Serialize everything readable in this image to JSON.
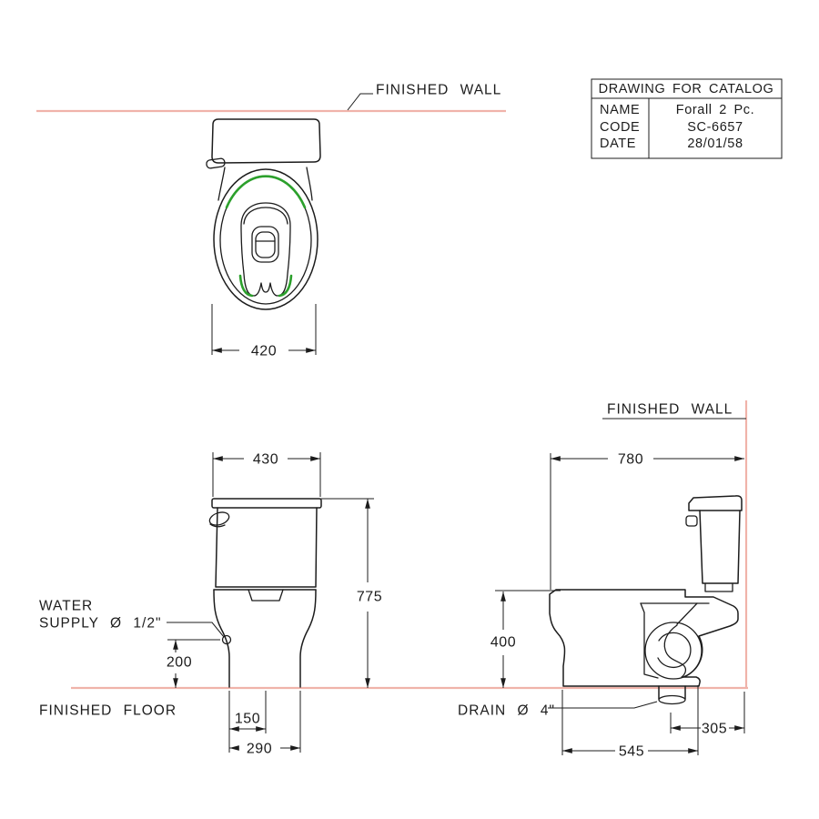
{
  "drawing": {
    "title_block": {
      "title": "DRAWING FOR CATALOG",
      "rows": [
        {
          "label": "NAME",
          "value": "Forall 2 Pc."
        },
        {
          "label": "CODE",
          "value": "SC-6657"
        },
        {
          "label": "DATE",
          "value": "28/01/58"
        }
      ]
    },
    "labels": {
      "finished_wall_top": "FINISHED WALL",
      "finished_wall_side": "FINISHED WALL",
      "finished_floor": "FINISHED FLOOR",
      "water_supply_line1": "WATER",
      "water_supply_line2": "SUPPLY Ø 1/2\"",
      "drain": "DRAIN Ø 4\""
    },
    "dimensions": {
      "plan_seat_width": "420",
      "front_tank_width": "430",
      "front_total_height": "775",
      "front_supply_height": "200",
      "front_supply_offset": "150",
      "front_base_width": "290",
      "side_total_depth": "780",
      "side_bowl_height": "400",
      "side_drain_to_wall": "305",
      "side_base_depth": "545"
    },
    "colors": {
      "wall_floor_line": "#f0b3aa",
      "outline": "#1c1c1c",
      "seat_accent": "#2ca02c"
    }
  }
}
